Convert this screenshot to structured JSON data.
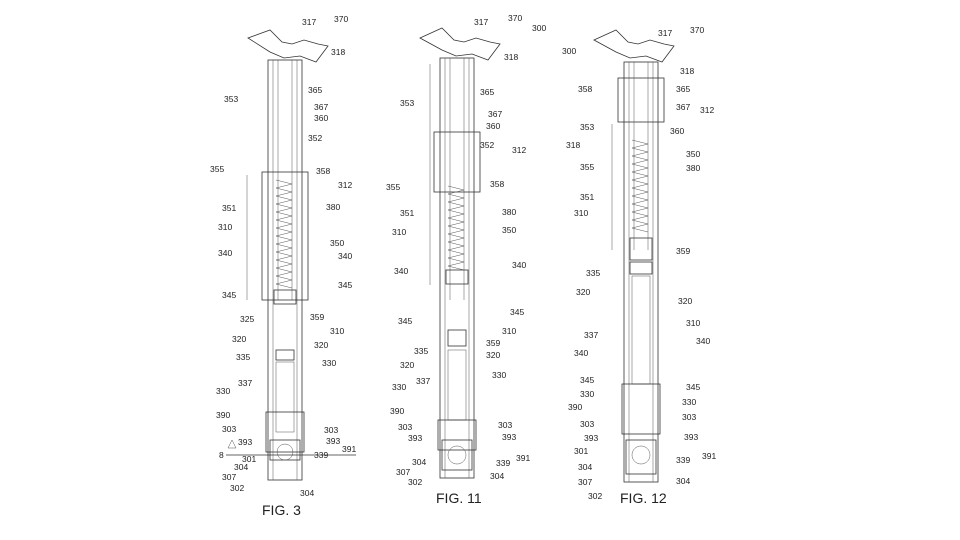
{
  "figures": [
    {
      "caption": "FIG. 3",
      "labels_left": [
        "353",
        "355",
        "351",
        "310",
        "340",
        "345",
        "325",
        "320",
        "335",
        "330",
        "390",
        "303",
        "393",
        "8",
        "304",
        "307",
        "302"
      ],
      "labels_right": [
        "317",
        "370",
        "318",
        "365",
        "367",
        "360",
        "352",
        "358",
        "312",
        "380",
        "350",
        "340",
        "345",
        "359",
        "310",
        "320",
        "330",
        "303",
        "393",
        "301",
        "339",
        "391",
        "304"
      ]
    },
    {
      "caption": "FIG. 11",
      "labels_left": [
        "353",
        "355",
        "351",
        "310",
        "340",
        "345",
        "335",
        "320",
        "330",
        "337",
        "390",
        "303",
        "393",
        "307",
        "304",
        "302"
      ],
      "labels_right": [
        "317",
        "370",
        "300",
        "318",
        "365",
        "367",
        "360",
        "352",
        "312",
        "358",
        "380",
        "350",
        "340",
        "345",
        "310",
        "359",
        "320",
        "330",
        "303",
        "393",
        "339",
        "391",
        "304"
      ]
    },
    {
      "caption": "FIG. 12",
      "labels_left": [
        "300",
        "358",
        "353",
        "318",
        "355",
        "351",
        "310",
        "335",
        "320",
        "337",
        "340",
        "345",
        "330",
        "390",
        "303",
        "393",
        "301",
        "304",
        "307",
        "302"
      ],
      "labels_right": [
        "317",
        "370",
        "318",
        "365",
        "367",
        "312",
        "360",
        "350",
        "380",
        "359",
        "320",
        "310",
        "340",
        "345",
        "330",
        "303",
        "393",
        "339",
        "391",
        "304"
      ]
    }
  ],
  "fig3_extra": [
    "337"
  ]
}
